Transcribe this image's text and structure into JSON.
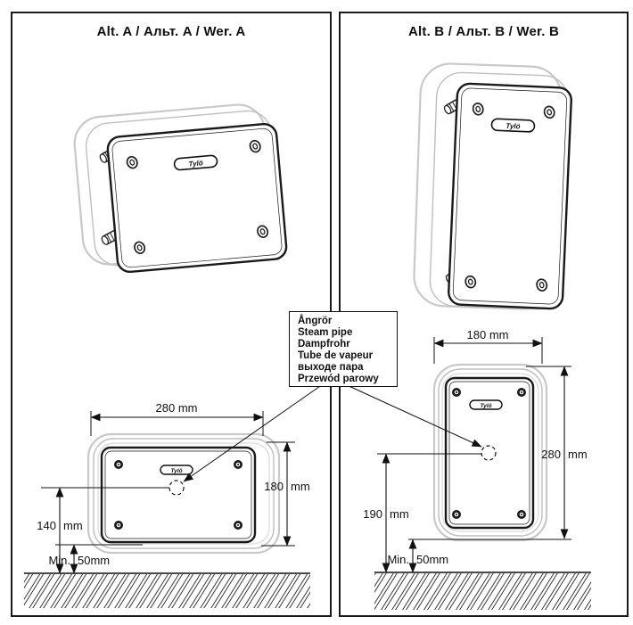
{
  "brand": "Tylö",
  "panel_a": {
    "title": "Alt. A / Альт. A / Wer. A",
    "width_dim": "280 mm",
    "height_value": "180",
    "height_unit": "mm",
    "center_value": "140",
    "center_unit": "mm",
    "min_value": "Min.",
    "min_unit": "50mm"
  },
  "panel_b": {
    "title": "Alt. B / Альт. B / Wer. B",
    "width_dim": "180 mm",
    "height_value": "280",
    "height_unit": "mm",
    "center_value": "190",
    "center_unit": "mm",
    "min_value": "Min.",
    "min_unit": "50mm"
  },
  "steam_pipe_label": {
    "lines": [
      "Ångrör",
      "Steam pipe",
      "Dampfrohr",
      "Tube de vapeur",
      "выходе пара",
      "Przewód parowy"
    ]
  }
}
